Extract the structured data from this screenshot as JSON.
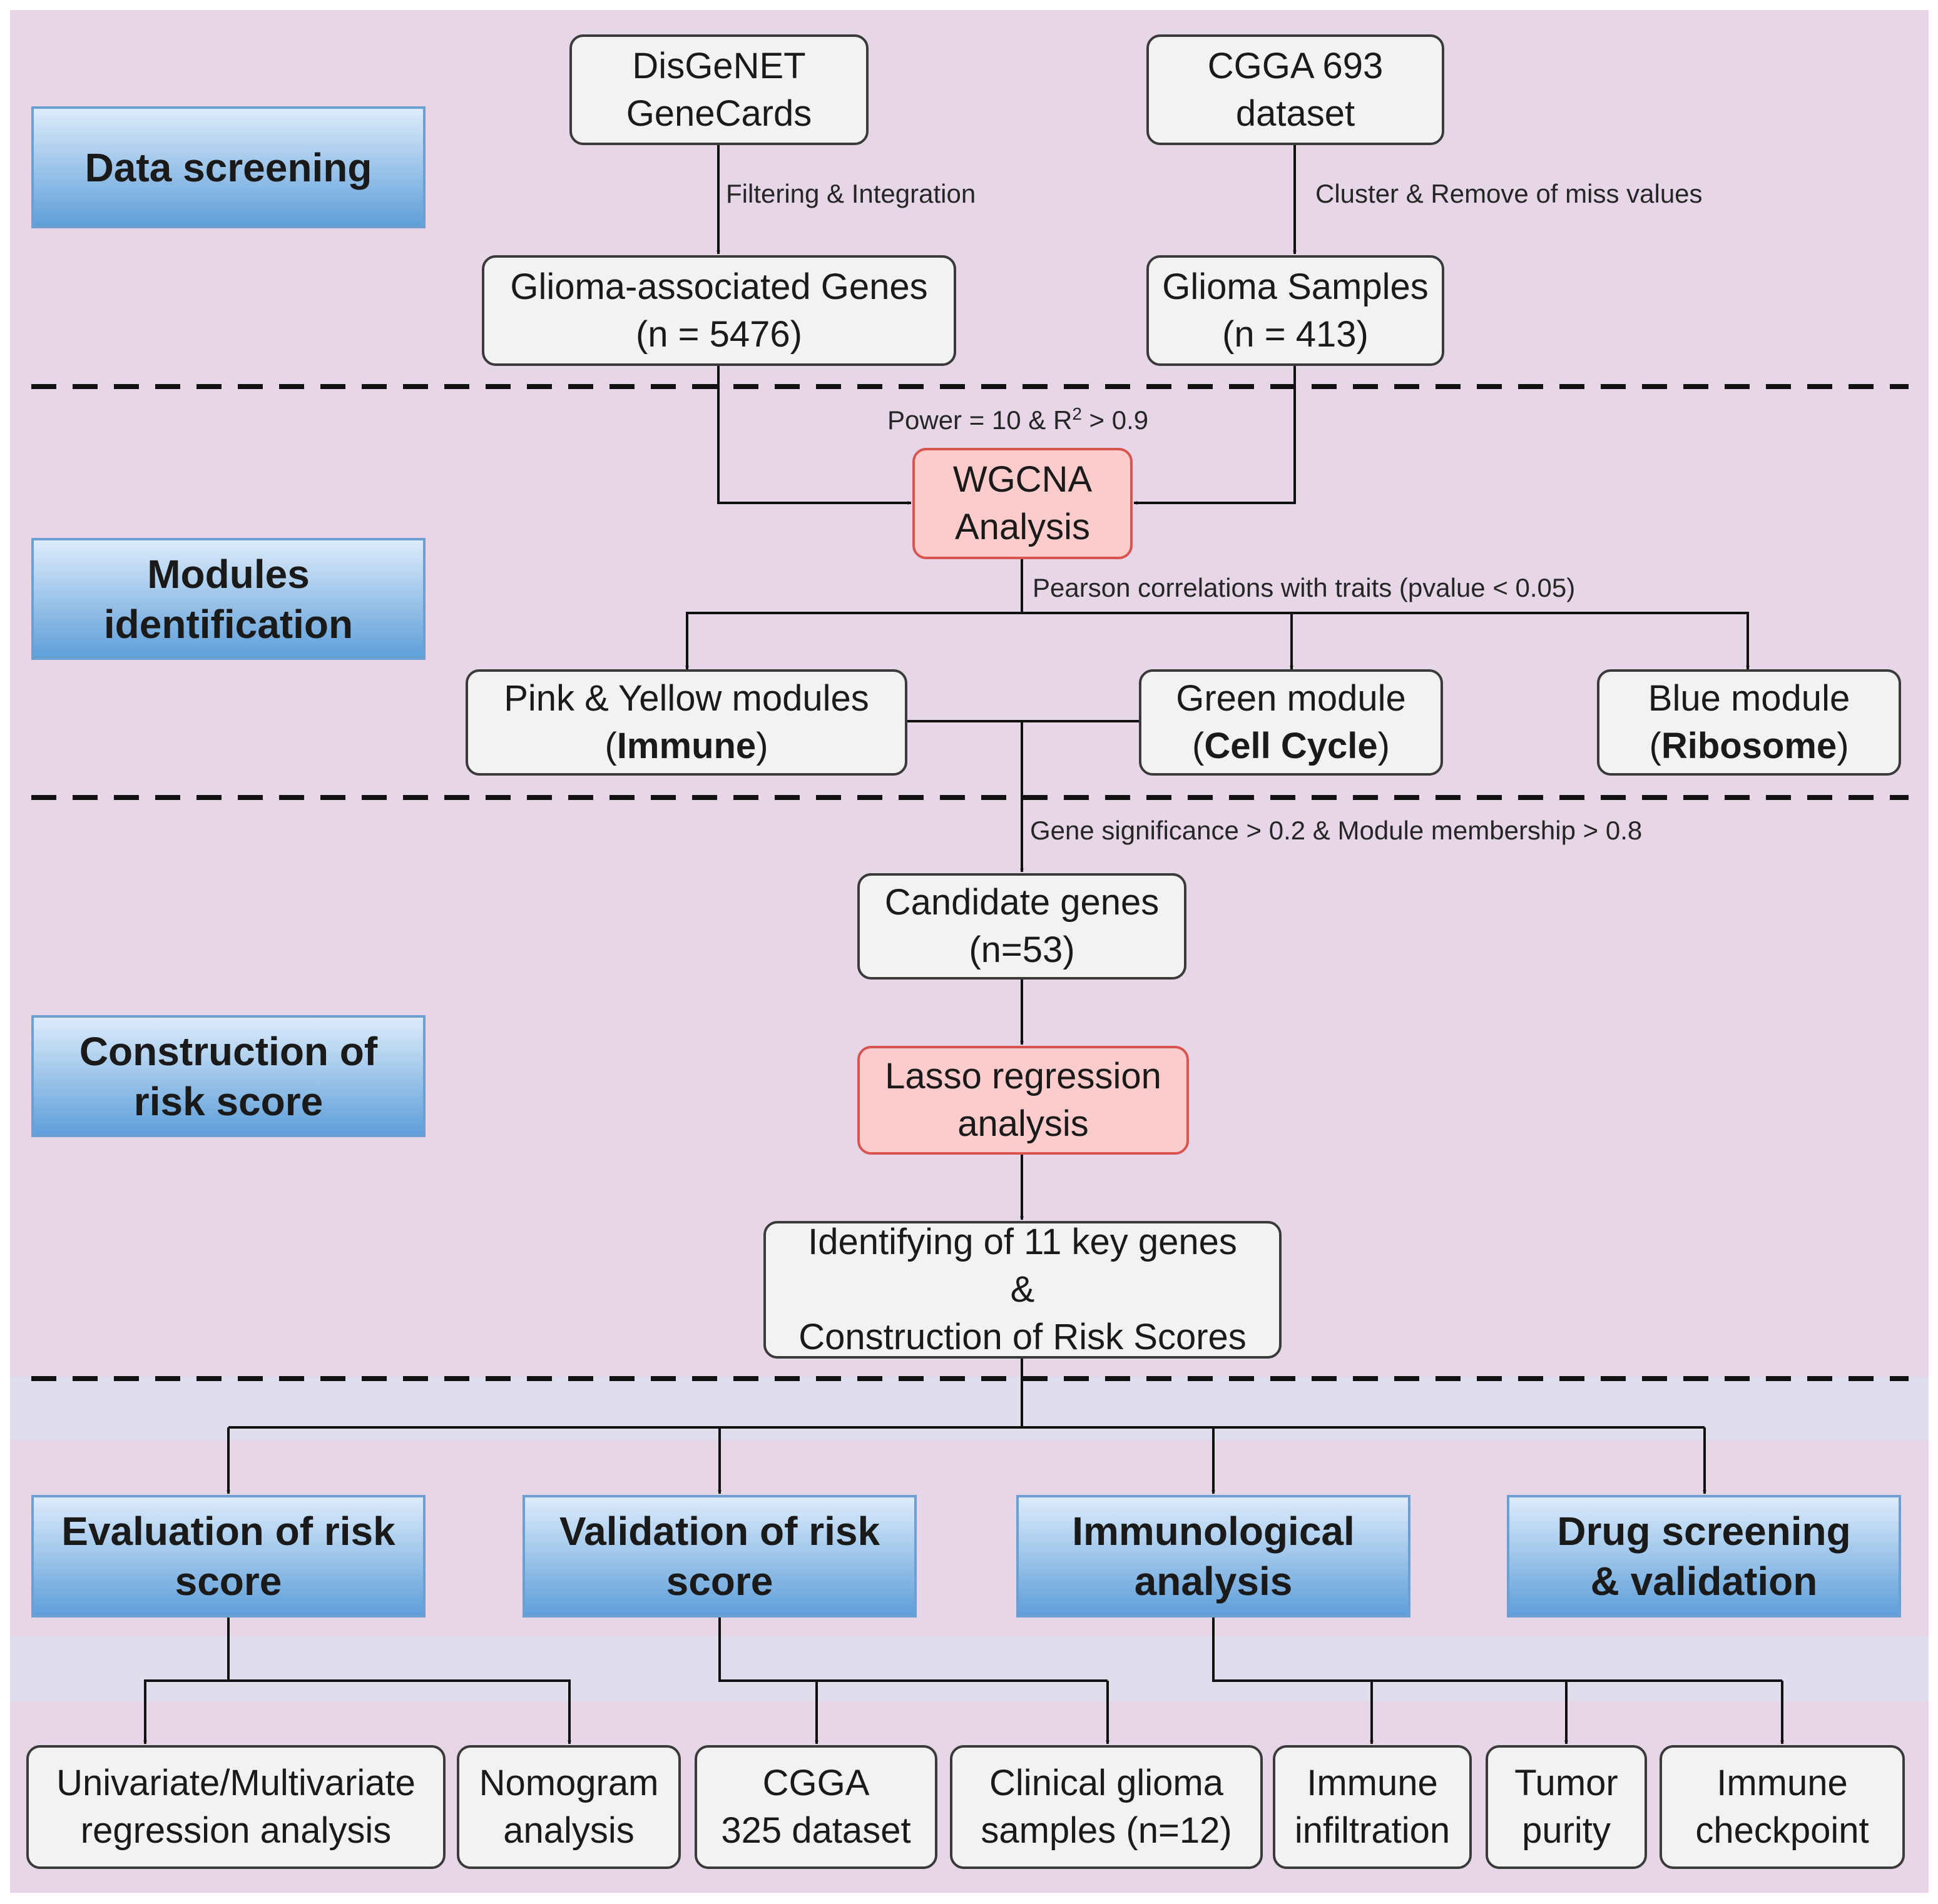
{
  "stages": {
    "data_screening": "Data screening",
    "modules_line1": "Modules",
    "modules_line2": "identification",
    "construction_line1": "Construction of",
    "construction_line2": "risk score"
  },
  "nodes": {
    "disgenet": "DisGeNET",
    "genecards": "GeneCards",
    "cgga693_line1": "CGGA 693",
    "cgga693_line2": "dataset",
    "genes_line1": "Glioma-associated Genes",
    "genes_line2": "(n = 5476)",
    "samples_line1": "Glioma Samples",
    "samples_line2": "(n = 413)",
    "wgcna_line1": "WGCNA",
    "wgcna_line2": "Analysis",
    "pink_line1": "Pink & Yellow modules",
    "pink_paren_open": "(",
    "pink_bold": "Immune",
    "pink_paren_close": ")",
    "green_line1": "Green module",
    "green_paren_open": "(",
    "green_bold": "Cell Cycle",
    "green_paren_close": ")",
    "blue_line1": "Blue module",
    "blue_paren_open": "(",
    "blue_bold": "Ribosome",
    "blue_paren_close": ")",
    "candidate_line1": "Candidate genes",
    "candidate_line2": "(n=53)",
    "lasso_line1": "Lasso regression",
    "lasso_line2": "analysis",
    "key_line1": "Identifying of 11 key genes",
    "key_line2": "&",
    "key_line3": "Construction of Risk Scores"
  },
  "edge_labels": {
    "filtering": "Filtering & Integration",
    "cluster": "Cluster & Remove of miss values",
    "power_prefix": "Power = 10 & R",
    "power_sup": "2",
    "power_suffix": " > 0.9",
    "pearson": "Pearson correlations with traits (pvalue < 0.05)",
    "gene_sig": "Gene significance > 0.2 & Module membership > 0.8"
  },
  "analyses": {
    "evaluation_line1": "Evaluation of risk",
    "evaluation_line2": "score",
    "validation_line1": "Validation of risk",
    "validation_line2": "score",
    "immunological_line1": "Immunological",
    "immunological_line2": "analysis",
    "drug_line1": "Drug screening",
    "drug_line2": "& validation"
  },
  "outputs": {
    "univariate_line1": "Univariate/Multivariate",
    "univariate_line2": "regression analysis",
    "nomogram_line1": "Nomogram",
    "nomogram_line2": "analysis",
    "cgga325_line1": "CGGA",
    "cgga325_line2": "325 dataset",
    "clinical_line1": "Clinical glioma",
    "clinical_line2": "samples (n=12)",
    "infiltration_line1": "Immune",
    "infiltration_line2": "infiltration",
    "purity_line1": "Tumor",
    "purity_line2": "purity",
    "checkpoint_line1": "Immune",
    "checkpoint_line2": "checkpoint"
  },
  "colors": {
    "background_purple": "#e6d6e8",
    "background_lavender": "#dedeed",
    "node_grey": "#f2f2f0",
    "node_red": "#fccbcb",
    "stage_blue": "#5f9fd9"
  }
}
